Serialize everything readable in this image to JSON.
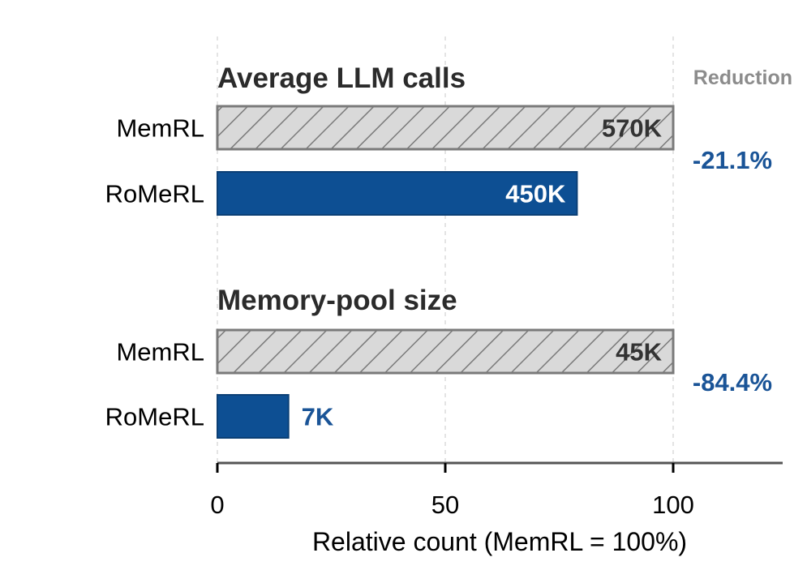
{
  "chart_data": {
    "type": "bar",
    "orientation": "horizontal",
    "xlabel": "Relative count (MemRL = 100%)",
    "xlim": [
      0,
      125
    ],
    "xticks": [
      0,
      50,
      100
    ],
    "grid": "vertical dashed at ticks",
    "reduction_header": "Reduction",
    "colors": {
      "baseline_fill": "#d9d9d9",
      "baseline_stroke": "#7a7a7a",
      "method_fill": "#0d4f93",
      "method_stroke": "#0b3f75",
      "reduction_text": "#1a5497",
      "header_text": "#2b2b2b",
      "reduction_header": "#8c8c8c"
    },
    "groups": [
      {
        "title": "Average LLM calls",
        "reduction": "-21.1%",
        "bars": [
          {
            "label": "MemRL",
            "value": 100,
            "value_label": "570K",
            "style": "hatched",
            "label_position": "inside"
          },
          {
            "label": "RoMeRL",
            "value": 78.9,
            "value_label": "450K",
            "style": "solid",
            "label_position": "inside"
          }
        ]
      },
      {
        "title": "Memory-pool size",
        "reduction": "-84.4%",
        "bars": [
          {
            "label": "MemRL",
            "value": 100,
            "value_label": "45K",
            "style": "hatched",
            "label_position": "inside"
          },
          {
            "label": "RoMeRL",
            "value": 15.6,
            "value_label": "7K",
            "style": "solid",
            "label_position": "outside"
          }
        ]
      }
    ]
  }
}
